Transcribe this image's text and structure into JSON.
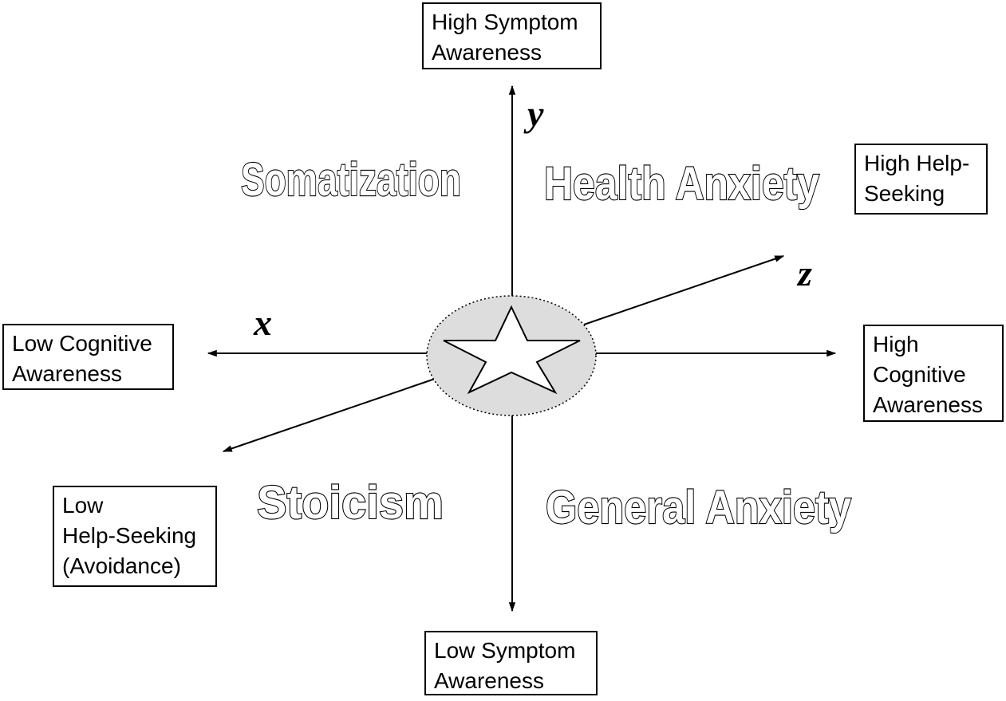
{
  "axes": {
    "x_label": "x",
    "y_label": "y",
    "z_label": "z"
  },
  "axis_ends": {
    "high_symptom": {
      "lines": [
        "High Symptom",
        "Awareness"
      ]
    },
    "low_symptom": {
      "lines": [
        "Low Symptom",
        "Awareness"
      ]
    },
    "low_cognitive": {
      "lines": [
        "Low Cognitive",
        "Awareness"
      ]
    },
    "high_cognitive": {
      "lines": [
        "High",
        "Cognitive",
        "Awareness"
      ]
    },
    "high_help": {
      "lines": [
        "High Help-",
        "Seeking"
      ]
    },
    "low_help": {
      "lines": [
        "Low",
        "Help-Seeking",
        "(Avoidance)"
      ]
    }
  },
  "quadrants": {
    "upper_left": "Somatization",
    "upper_right": "Health Anxiety",
    "lower_left": "Stoicism",
    "lower_right": "General Anxiety"
  },
  "center": {
    "icon": "star-icon",
    "fill_color": "#dddddd",
    "star_color": "#ffffff"
  }
}
